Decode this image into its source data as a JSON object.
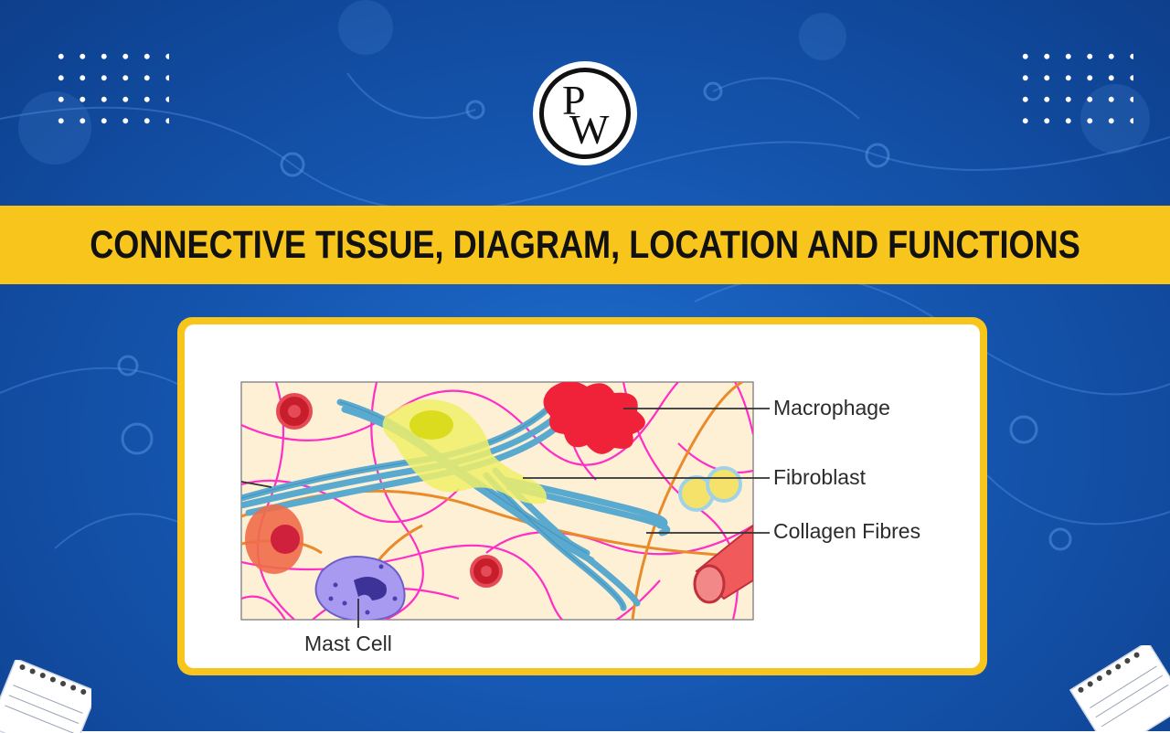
{
  "brand": {
    "logo_text": "PW",
    "logo_letters": [
      "P",
      "W"
    ]
  },
  "banner": {
    "title": "CONNECTIVE TISSUE, DIAGRAM, LOCATION AND FUNCTIONS"
  },
  "diagram": {
    "labels": {
      "macrophage": "Macrophage",
      "fibroblast": "Fibroblast",
      "collagen_fibres": "Collagen Fibres",
      "mast_cell": "Mast Cell"
    }
  },
  "colors": {
    "background": "#1556b0",
    "banner": "#f7c51b",
    "matrix": "#fdf0d5",
    "elastic_fibres": "#ff2ec4",
    "reticular_fibres": "#e98a2b",
    "collagen": "#5aa9cf",
    "fibroblast": "#f1f06a",
    "macrophage": "#f0223a",
    "mast_cell": "#a79af0"
  },
  "icons": [
    "pw-logo-icon",
    "notepad-icon"
  ]
}
